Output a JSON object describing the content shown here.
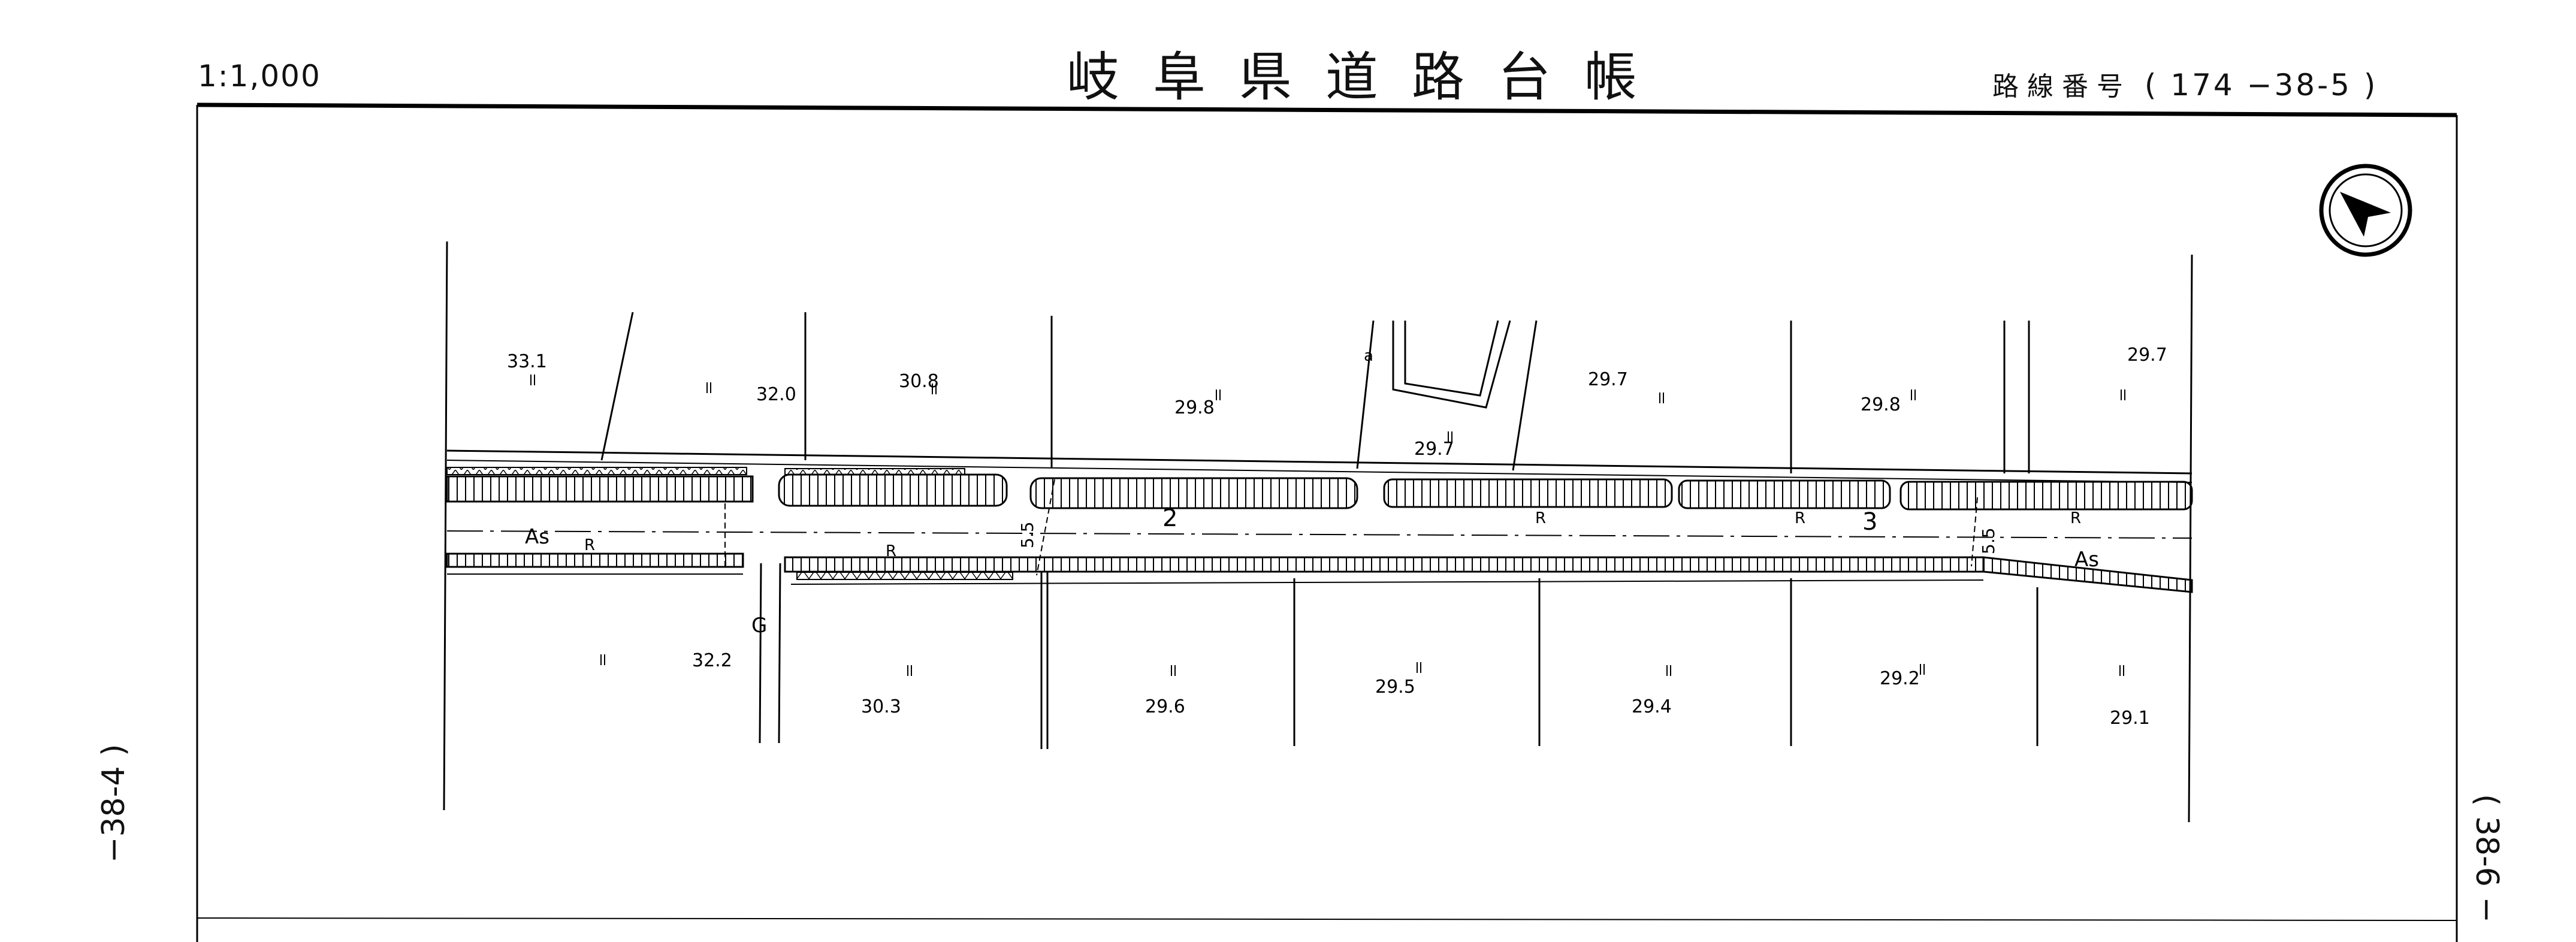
{
  "header": {
    "scale": "1:1,000",
    "title": "岐 阜 県 道 路 台 帳",
    "route_label": "路 線 番 号",
    "route_number": "( 174 −38-5 )"
  },
  "adjacent_sheets": {
    "left": "−38-4 )",
    "right": "( 38-6 −"
  },
  "compass": {
    "icon": "north-arrow-icon"
  },
  "map": {
    "elevations_north": [
      "33.1",
      "32.0",
      "30.8",
      "29.8",
      "29.7",
      "29.7",
      "29.8",
      "29.7"
    ],
    "elevations_south": [
      "32.2",
      "30.3",
      "29.6",
      "29.5",
      "29.4",
      "29.2",
      "29.1"
    ],
    "surface_labels": [
      "As",
      "As"
    ],
    "wall_labels": [
      "R",
      "R",
      "R",
      "R",
      "R"
    ],
    "station_labels": [
      "2",
      "3"
    ],
    "width_labels": [
      "5.5",
      "5.5"
    ],
    "ditch_label": "G",
    "misc_label": "a"
  }
}
